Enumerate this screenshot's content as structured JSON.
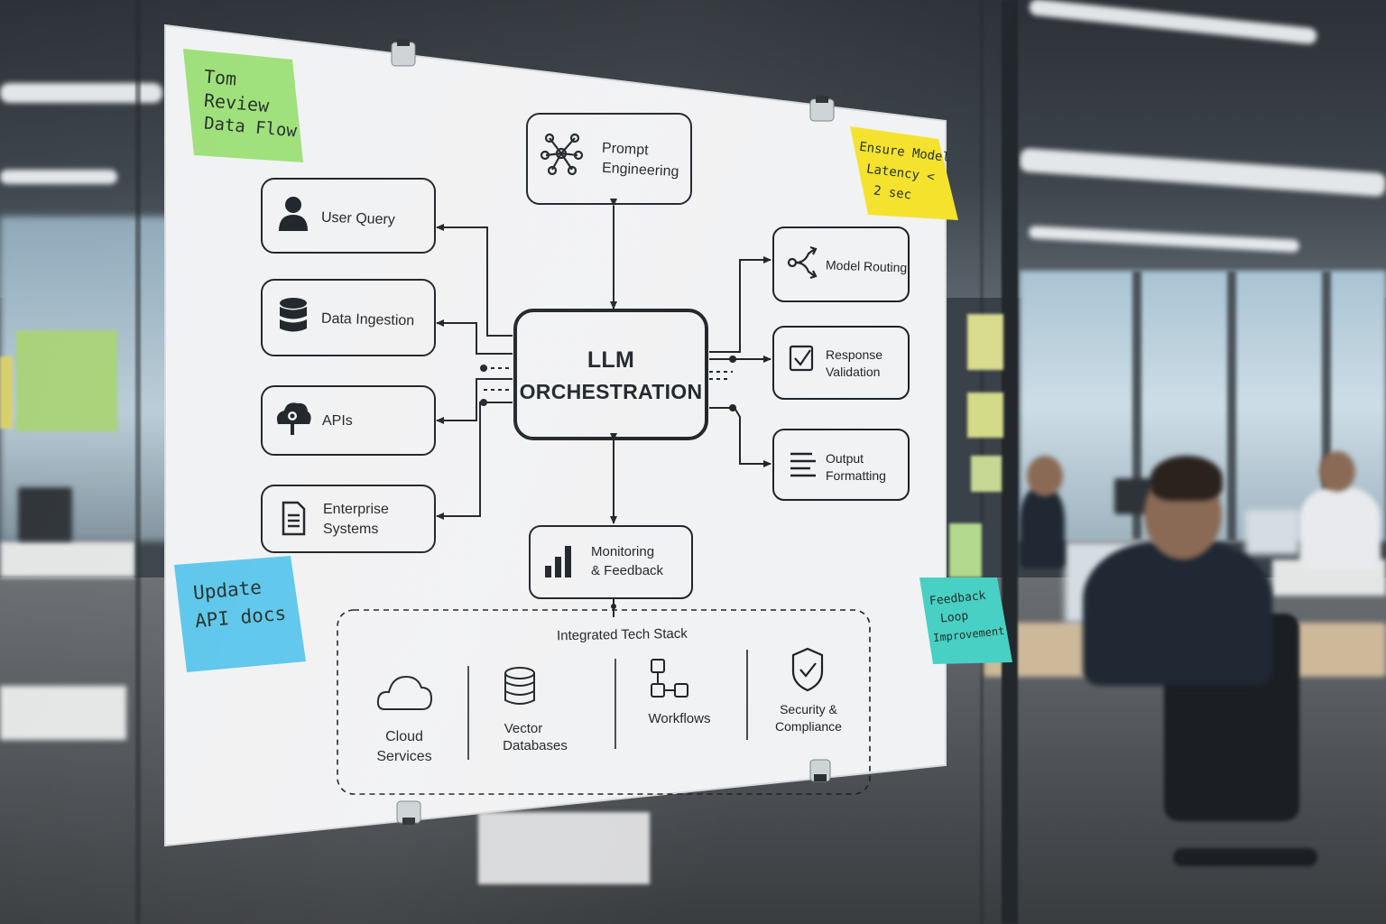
{
  "diagram": {
    "hub": {
      "line1": "LLM",
      "line2": "ORCHESTRATION"
    },
    "inputs": [
      {
        "icon": "user-icon",
        "label": "User Query"
      },
      {
        "icon": "database-icon",
        "label": "Data Ingestion"
      },
      {
        "icon": "cloud-gear-icon",
        "label": "APIs"
      },
      {
        "icon": "document-icon",
        "label_line1": "Enterprise",
        "label_line2": "Systems"
      }
    ],
    "top": {
      "icon": "network-icon",
      "label_line1": "Prompt",
      "label_line2": "Engineering"
    },
    "outputs": [
      {
        "icon": "branch-icon",
        "label": "Model Routing"
      },
      {
        "icon": "checkbox-icon",
        "label_line1": "Response",
        "label_line2": "Validation"
      },
      {
        "icon": "lines-icon",
        "label_line1": "Output",
        "label_line2": "Formatting"
      }
    ],
    "bottom": {
      "icon": "bar-chart-icon",
      "label_line1": "Monitoring",
      "label_line2": "& Feedback"
    },
    "tech_stack": {
      "title": "Integrated Tech Stack",
      "items": [
        {
          "icon": "cloud-icon",
          "line1": "Cloud",
          "line2": "Services"
        },
        {
          "icon": "database-outline-icon",
          "line1": "Vector",
          "line2": "Databases"
        },
        {
          "icon": "workflow-icon",
          "line1": "Workflows",
          "line2": ""
        },
        {
          "icon": "shield-check-icon",
          "line1": "Security &",
          "line2": "Compliance"
        }
      ]
    }
  },
  "sticky_notes": {
    "green": {
      "line1": "Tom",
      "line2": "Review",
      "line3": "Data Flow",
      "color": "#9ee07a"
    },
    "yellow": {
      "line1": "Ensure Model",
      "line2": "Latency <",
      "line3": "2 sec",
      "color": "#f4e22c"
    },
    "blue": {
      "line1": "Update",
      "line2": "API docs",
      "color": "#5cc6ec"
    },
    "teal": {
      "line1": "Feedback",
      "line2": "Loop",
      "line3": "Improvement",
      "color": "#48d0c4"
    }
  },
  "colors": {
    "ink": "#1c2227",
    "paper": "#f1f2f3"
  }
}
